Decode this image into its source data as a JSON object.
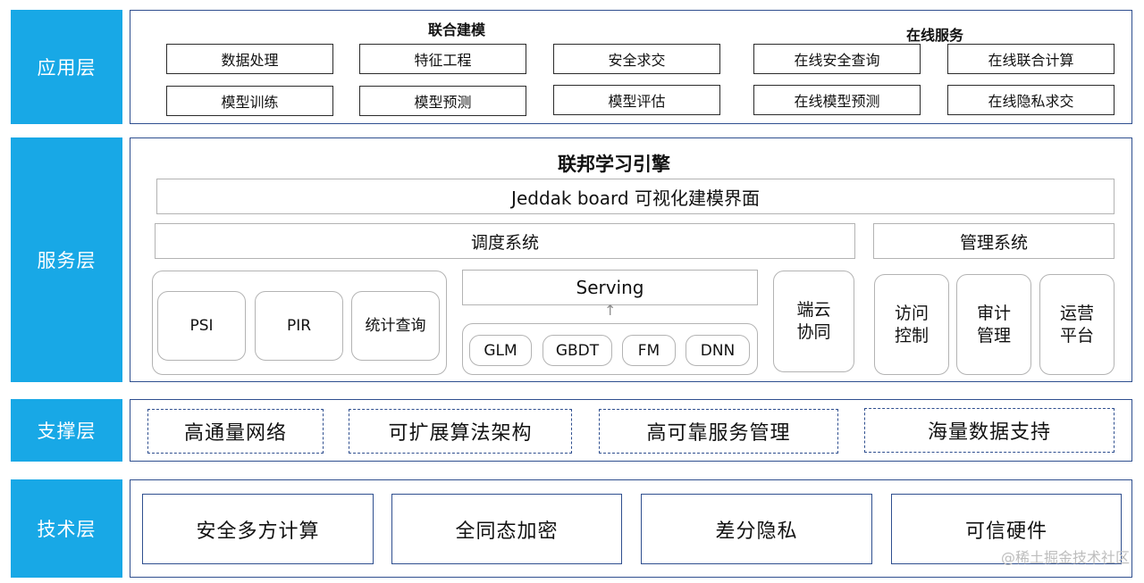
{
  "layers": {
    "app": "应用层",
    "service": "服务层",
    "support": "支撑层",
    "tech": "技术层"
  },
  "app_layer": {
    "group_joint": "联合建模",
    "group_online": "在线服务",
    "boxes": [
      "数据处理",
      "特征工程",
      "安全求交",
      "在线安全查询",
      "在线联合计算",
      "模型训练",
      "模型预测",
      "模型评估",
      "在线模型预测",
      "在线隐私求交"
    ]
  },
  "service_layer": {
    "engine_title": "联邦学习引擎",
    "board": "Jeddak board 可视化建模界面",
    "scheduler": "调度系统",
    "management": "管理系统",
    "proto": [
      "PSI",
      "PIR",
      "统计查询"
    ],
    "serving": "Serving",
    "models": [
      "GLM",
      "GBDT",
      "FM",
      "DNN"
    ],
    "edge_cloud": "端云协同",
    "mgmt": [
      "访问控制",
      "审计管理",
      "运营平台"
    ]
  },
  "support_layer": [
    "高通量网络",
    "可扩展算法架构",
    "高可靠服务管理",
    "海量数据支持"
  ],
  "tech_layer": [
    "安全多方计算",
    "全同态加密",
    "差分隐私",
    "可信硬件"
  ],
  "watermark": "@稀土掘金技术社区"
}
